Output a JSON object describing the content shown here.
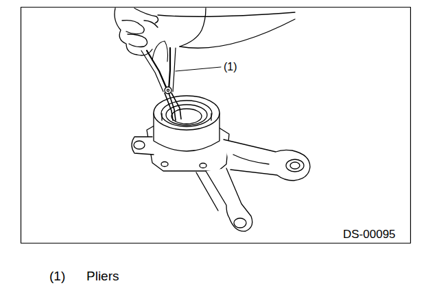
{
  "diagram": {
    "labels": [
      "(1)",
      "DS-00095",
      "(1)",
      "Pliers"
    ]
  }
}
